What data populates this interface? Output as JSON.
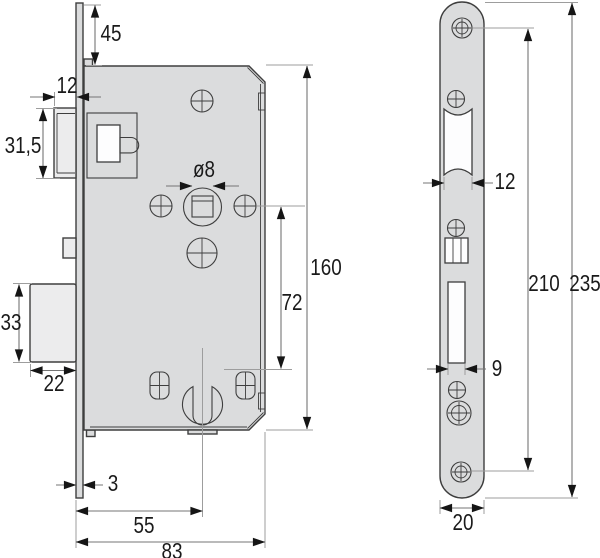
{
  "drawing": {
    "kind": "dimensioned technical drawing",
    "subject": "mortise door lock: lock case (left view) and faceplate (right view)",
    "views": [
      {
        "id": "lock-case-view",
        "description": "side view of lock case with latch bolt, deadbolt and euro cylinder cutout"
      },
      {
        "id": "faceplate-view",
        "description": "front view of rounded faceplate with screw holes, latch opening and deadbolt slot"
      }
    ]
  },
  "dimensions": {
    "d45": "45",
    "d12_latch": "12",
    "d31_5": "31,5",
    "d8": "ø8",
    "d160": "160",
    "d72": "72",
    "d33": "33",
    "d22": "22",
    "d3": "3",
    "d55": "55",
    "d83": "83",
    "d12_plate": "12",
    "d210": "210",
    "d235": "235",
    "d9": "9",
    "d20": "20"
  },
  "colors": {
    "body-fill": "#dbdcdd",
    "bolt-fill": "#ececed",
    "white": "#fdfdfe",
    "outline": "#3e3e3e",
    "dim": "#757575",
    "ext": "#9d9d9d",
    "arrow": "#151515",
    "text": "#1a1a1a"
  }
}
